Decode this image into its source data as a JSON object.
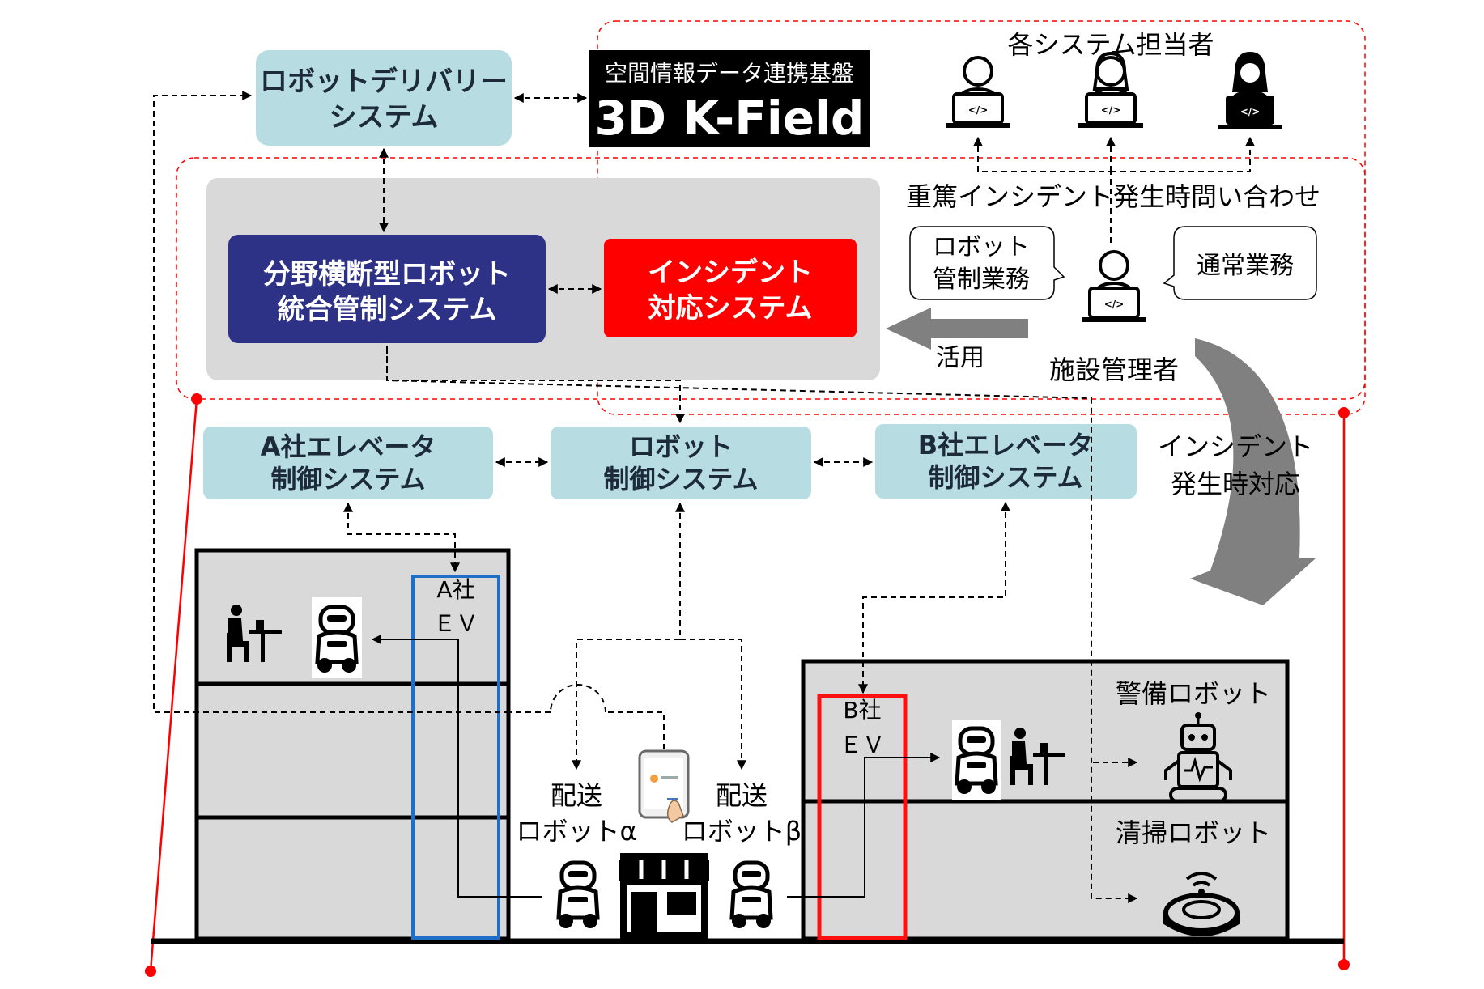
{
  "header": {
    "platform_subtitle": "空間情報データ連携基盤",
    "platform_title": "3D K-Field",
    "staff_title": "各システム担当者"
  },
  "systems": {
    "delivery": [
      "ロボットデリバリー",
      "システム"
    ],
    "integrated": [
      "分野横断型ロボット",
      "統合管制システム"
    ],
    "incident": [
      "インシデント",
      "対応システム"
    ],
    "elevator_a": [
      "A社エレベータ",
      "制御システム"
    ],
    "robot_control": [
      "ロボット",
      "制御システム"
    ],
    "elevator_b": [
      "B社エレベータ",
      "制御システム"
    ]
  },
  "labels": {
    "inquiry": "重篤インシデント発生時問い合わせ",
    "bubble_robot": [
      "ロボット",
      "管制業務"
    ],
    "bubble_normal": "通常業務",
    "utilize": "活用",
    "facility_manager": "施設管理者",
    "incident_response": [
      "インシデント",
      "発生時対応"
    ],
    "ev_a": [
      "A社",
      "ＥＶ"
    ],
    "ev_b": [
      "B社",
      "ＥＶ"
    ],
    "robot_alpha": [
      "配送",
      "ロボットα"
    ],
    "robot_beta": [
      "配送",
      "ロボットβ"
    ],
    "security_robot": "警備ロボット",
    "cleaning_robot": "清掃ロボット"
  },
  "colors": {
    "light_box": "#b7dde2",
    "navy": "#2e3286",
    "red": "#ff0000",
    "gray_panel": "#d9d9d9",
    "building": "#d9d9d9",
    "ev_a_border": "#1f6fc8",
    "ev_b_border": "#ff1010",
    "arrow_gray": "#808080"
  },
  "icons": {
    "programmer": "programmer-icon",
    "robot": "delivery-robot-icon",
    "office_worker": "office-worker-icon",
    "store": "store-icon",
    "smartphone": "smartphone-icon",
    "security_robot": "security-robot-icon",
    "cleaning_robot": "robot-vacuum-icon"
  }
}
